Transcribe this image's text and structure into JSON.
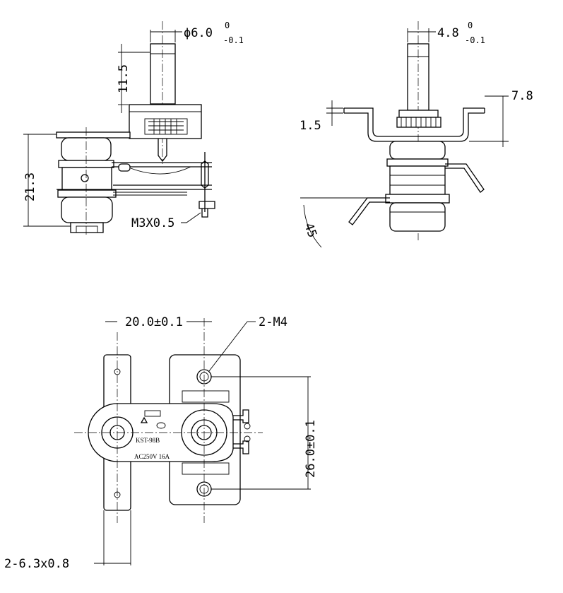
{
  "side_view": {
    "shaft_diameter": "ϕ6.0",
    "shaft_tol_upper": "0",
    "shaft_tol_lower": "-0.1",
    "shaft_length": "11.5",
    "body_height": "21.3",
    "screw_label": "M3X0.5"
  },
  "front_view": {
    "shaft_width": "4.8",
    "shaft_tol_upper": "0",
    "shaft_tol_lower": "-0.1",
    "bracket_height": "7.8",
    "bracket_thickness": "1.5",
    "terminal_angle": "45"
  },
  "bottom_view": {
    "terminal_spacing": "20.0±0.1",
    "mounting_holes": "2-M4",
    "hole_spacing": "26.0±0.1",
    "terminal_size": "2-6.3x0.8",
    "model_label": "KST-98B",
    "rating_label": "AC250V 16A"
  }
}
